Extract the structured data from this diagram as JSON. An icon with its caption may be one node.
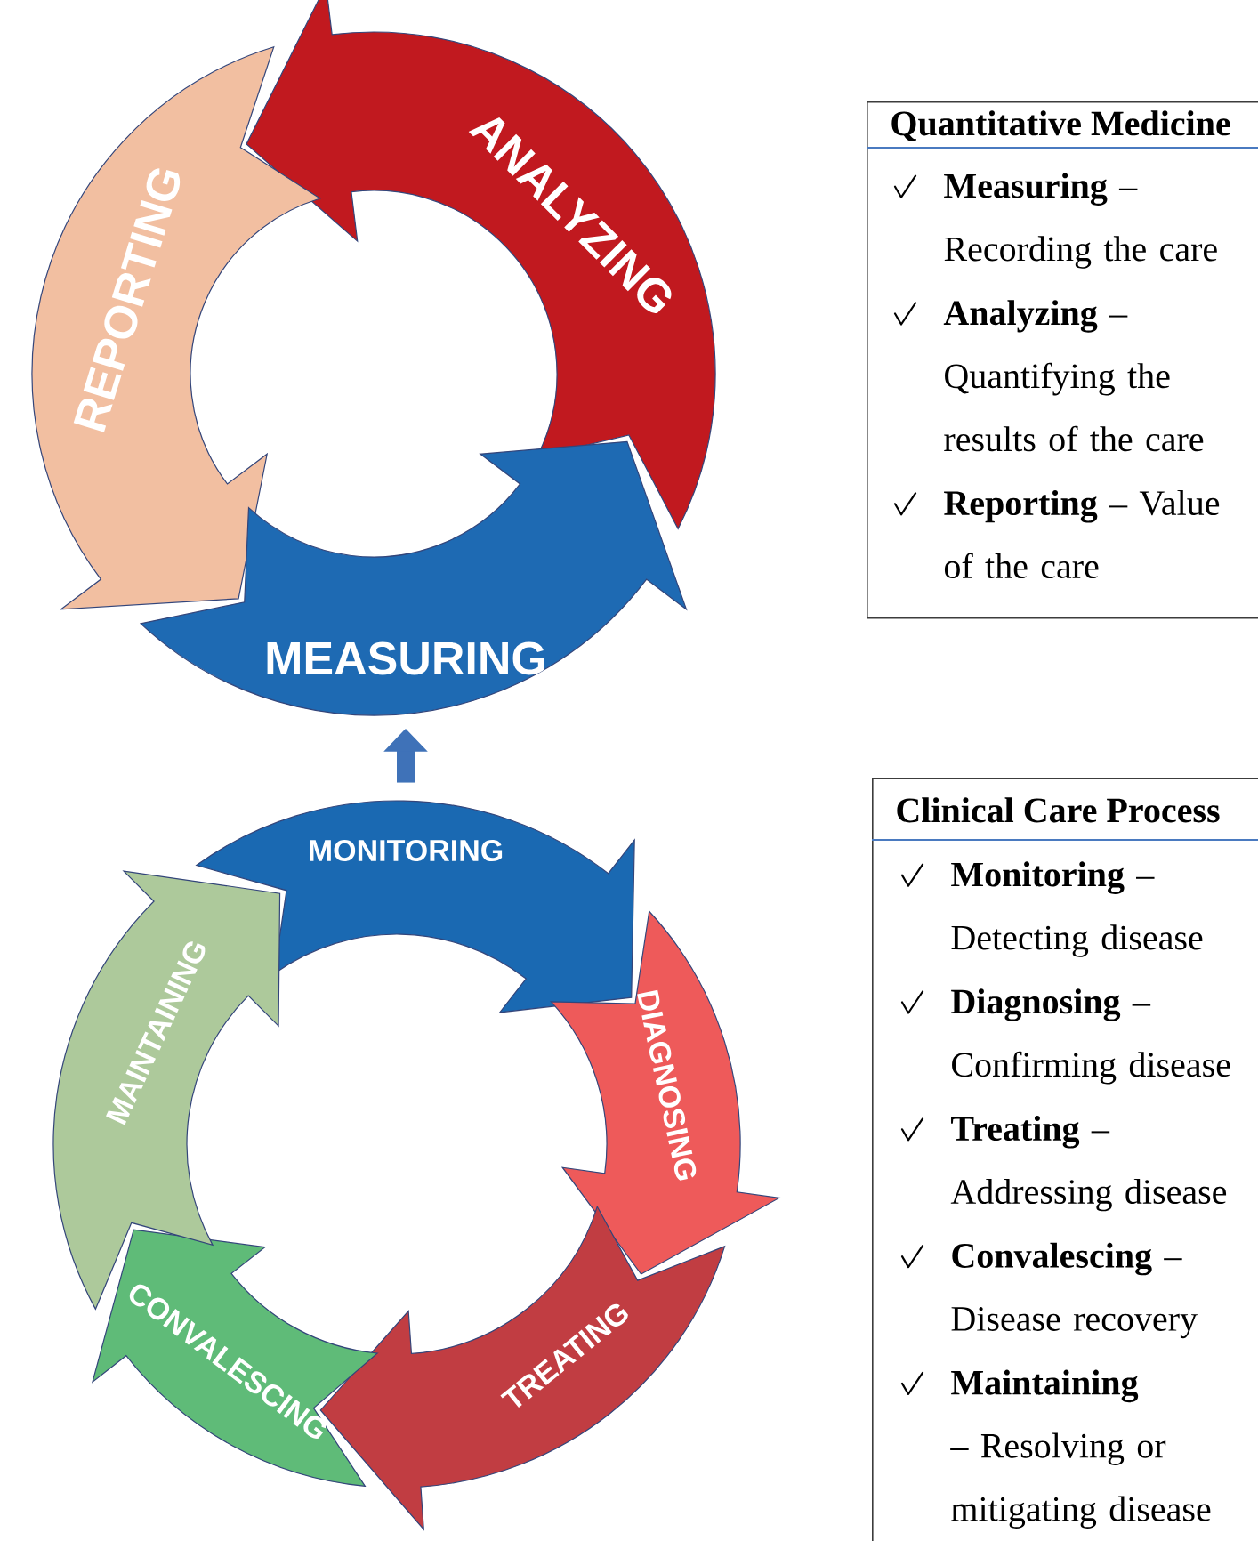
{
  "diagram": {
    "nodes": [
      {
        "text": [
          "ANALYZING"
        ]
      },
      {
        "text": [
          "REPORTING"
        ]
      },
      {
        "text": [
          "MEASURING"
        ]
      },
      {
        "text": [
          "Quantitative Medicine",
          "**Measuring** – Recording the care",
          "**Analyzing** – Quantifying the results of the care",
          "**Reporting** – Value of the care"
        ]
      },
      {
        "text": [
          "MONITORING"
        ]
      },
      {
        "text": [
          "DIAGNOSING"
        ]
      },
      {
        "text": [
          "TREATING"
        ]
      },
      {
        "text": [
          "CONVALESCING"
        ]
      },
      {
        "text": [
          "MAINTAINING"
        ]
      },
      {
        "text": [
          "Clinical Care Process",
          "**Monitoring** – Detecting disease",
          "**Diagnosing** – Confirming disease",
          "**Treating** – Addressing disease",
          "**Convalescing** – Disease recovery",
          "**Maintaining** – Resolving or mitigating disease"
        ]
      }
    ],
    "edges": [
      {
        "from": 4,
        "to": 2,
        "arrow": "to",
        "color": "#3f72b8"
      }
    ]
  }
}
